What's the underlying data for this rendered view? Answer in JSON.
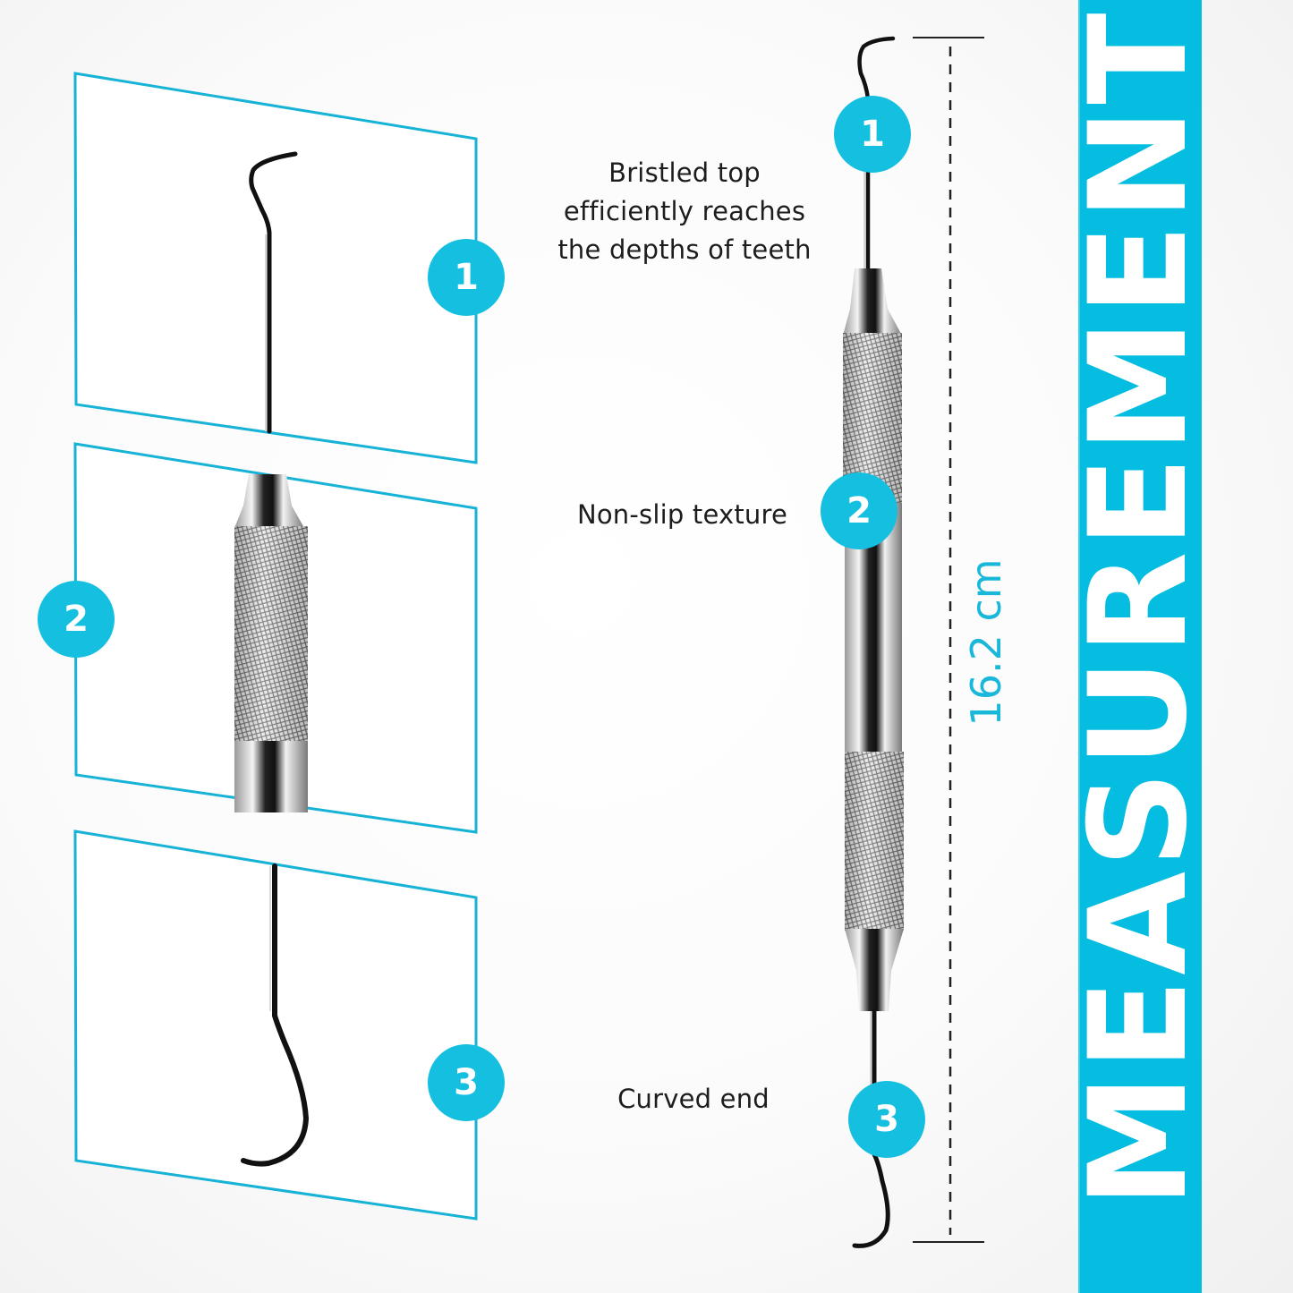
{
  "theme": {
    "accent": "#14bfe0",
    "band_color": "#05bde0",
    "text_color": "#1d1d1d",
    "background": "#f8f8f8"
  },
  "banner": {
    "title": "MEASUREMENT"
  },
  "measurement": {
    "length_label": "16.2 cm"
  },
  "detail_panels": [
    {
      "number": "1",
      "part": "bristled-tip"
    },
    {
      "number": "2",
      "part": "knurled-handle"
    },
    {
      "number": "3",
      "part": "curved-hook"
    }
  ],
  "callouts": [
    {
      "number": "1",
      "lines": [
        "Bristled top",
        "efficiently reaches",
        "the depths of teeth"
      ]
    },
    {
      "number": "2",
      "lines": [
        "Non-slip texture"
      ]
    },
    {
      "number": "3",
      "lines": [
        "Curved end"
      ]
    }
  ]
}
